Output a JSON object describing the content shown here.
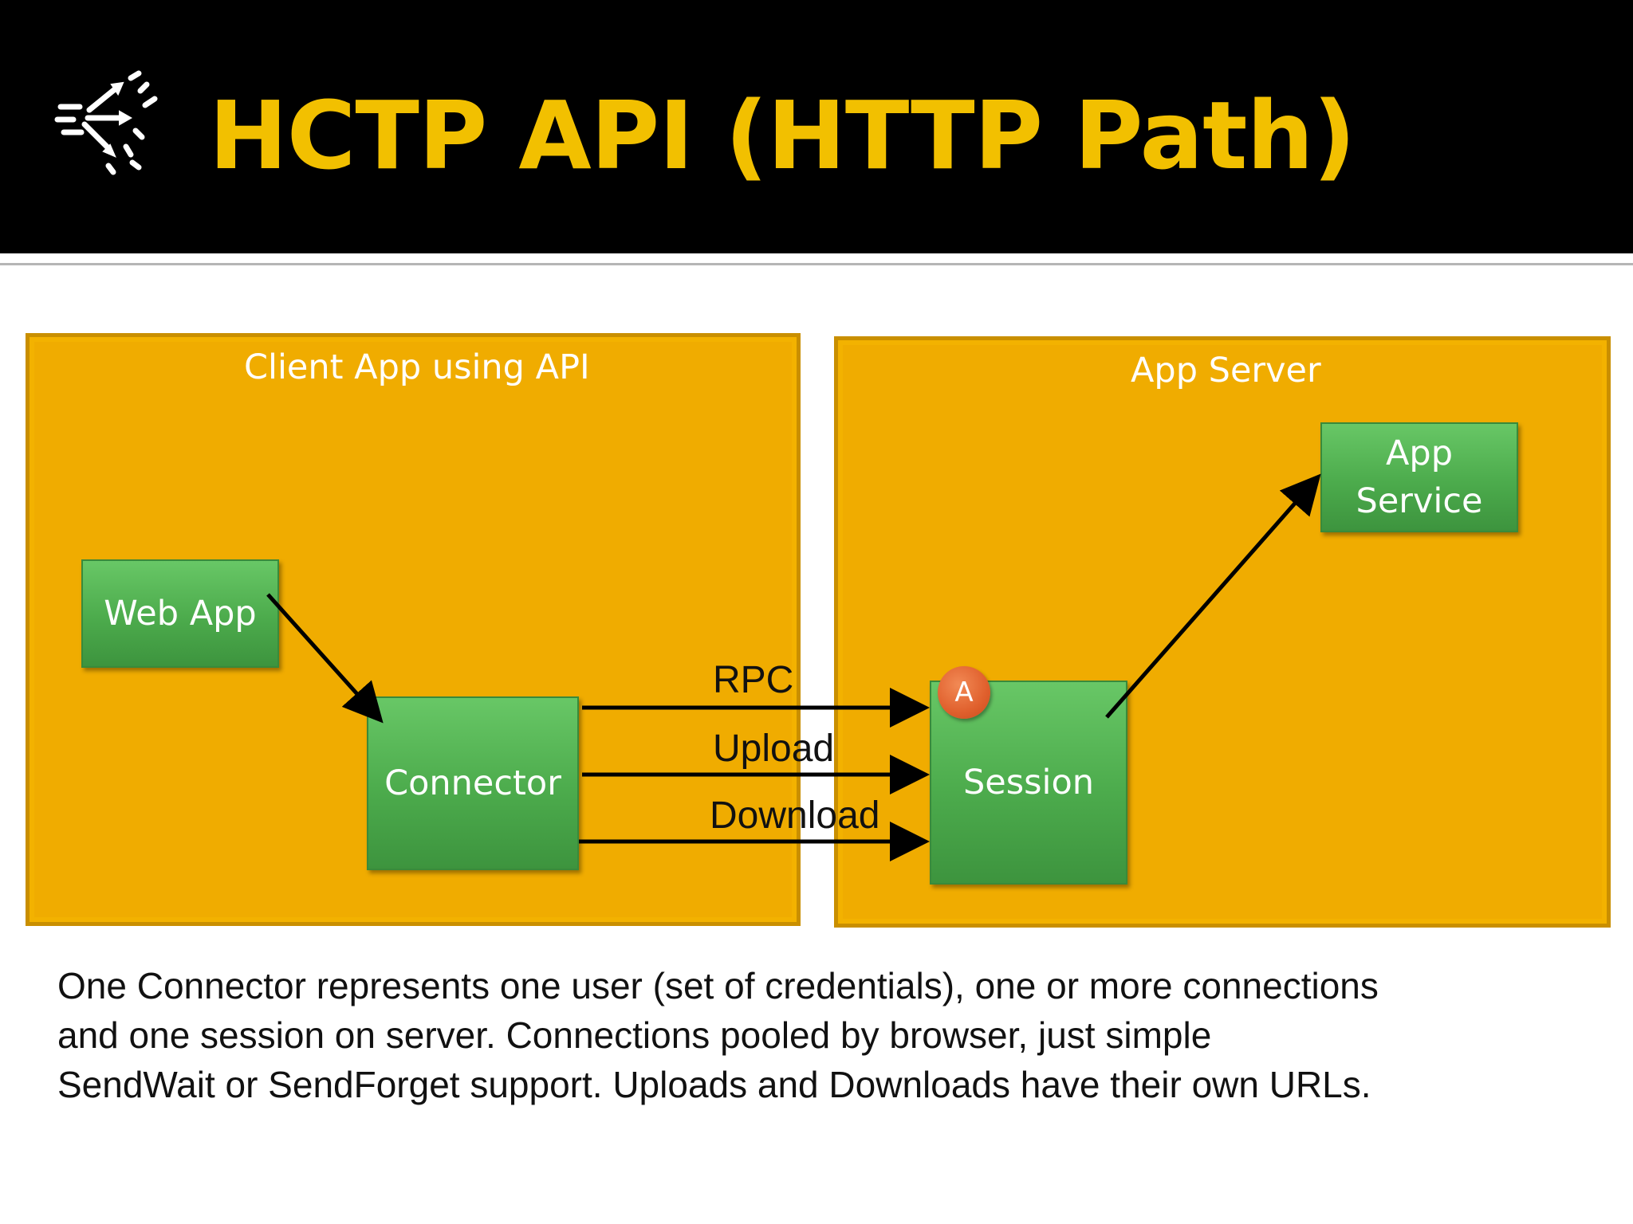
{
  "title": "HCTP API (HTTP Path)",
  "logo_icon": "network-arrows-icon",
  "colors": {
    "header_bg": "#000000",
    "title": "#f2c000",
    "panel": "#f0ac00",
    "box": "#4cab4c",
    "badge": "#e0602d"
  },
  "panels": {
    "client": {
      "label": "Client App using API"
    },
    "server": {
      "label": "App Server"
    }
  },
  "nodes": {
    "web_app": "Web App",
    "connector": "Connector",
    "session": "Session",
    "app_service_line1": "App",
    "app_service_line2": "Service",
    "badge": "A"
  },
  "connections": {
    "rpc": "RPC",
    "upload": "Upload",
    "download": "Download"
  },
  "caption": {
    "line1": "One Connector represents one user (set of credentials), one or more connections",
    "line2": "and one session on server.  Connections pooled by browser, just simple",
    "line3": "SendWait or SendForget support.  Uploads and Downloads have their own URLs."
  }
}
